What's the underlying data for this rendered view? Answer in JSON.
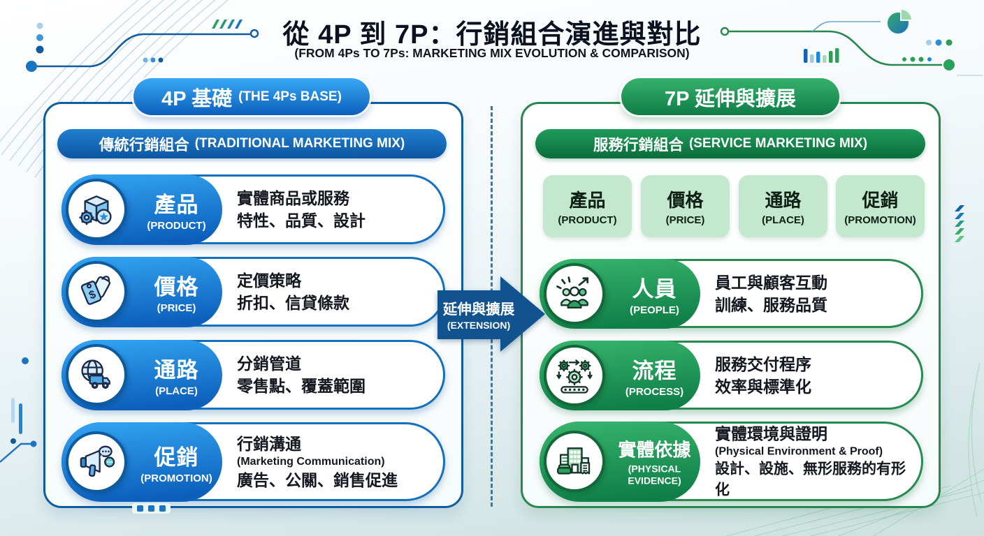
{
  "title": {
    "zh": "從 4P 到 7P：行銷組合演進與對比",
    "en": "(FROM 4Ps TO 7Ps: MARKETING MIX EVOLUTION & COMPARISON)"
  },
  "left_panel": {
    "header_zh": "4P 基礎",
    "header_en": "(THE 4Ps BASE)",
    "section_zh": "傳統行銷組合",
    "section_en": "(TRADITIONAL MARKETING MIX)",
    "rows": [
      {
        "icon": "package-icon",
        "term_zh": "產品",
        "term_en": "(PRODUCT)",
        "desc_lines": [
          "實體商品或服務",
          "特性、品質、設計"
        ]
      },
      {
        "icon": "price-tag-icon",
        "term_zh": "價格",
        "term_en": "(PRICE)",
        "desc_lines": [
          "定價策略",
          "折扣、信貸條款"
        ]
      },
      {
        "icon": "globe-truck-icon",
        "term_zh": "通路",
        "term_en": "(PLACE)",
        "desc_lines": [
          "分銷管道",
          "零售點、覆蓋範圍"
        ]
      },
      {
        "icon": "megaphone-icon",
        "term_zh": "促銷",
        "term_en": "(PROMOTION)",
        "desc_lines": [
          "行銷溝通",
          "(Marketing Communication)",
          "廣告、公關、銷售促進"
        ]
      }
    ]
  },
  "arrow": {
    "label_zh": "延伸與擴展",
    "label_en": "(EXTENSION)"
  },
  "right_panel": {
    "header_zh": "7P 延伸與擴展",
    "section_zh": "服務行銷組合",
    "section_en": "(SERVICE MARKETING MIX)",
    "base_items": [
      {
        "zh": "產品",
        "en": "(PRODUCT)"
      },
      {
        "zh": "價格",
        "en": "(PRICE)"
      },
      {
        "zh": "通路",
        "en": "(PLACE)"
      },
      {
        "zh": "促銷",
        "en": "(PROMOTION)"
      }
    ],
    "rows": [
      {
        "icon": "people-growth-icon",
        "term_zh": "人員",
        "term_en": "(PEOPLE)",
        "desc_lines": [
          "員工與顧客互動",
          "訓練、服務品質"
        ]
      },
      {
        "icon": "process-gears-icon",
        "term_zh": "流程",
        "term_en": "(PROCESS)",
        "desc_lines": [
          "服務交付程序",
          "效率與標準化"
        ]
      },
      {
        "icon": "building-evidence-icon",
        "term_zh": "實體依據",
        "term_en": "(PHYSICAL EVIDENCE)",
        "desc_lines": [
          "實體環境與證明",
          "(Physical Environment & Proof)",
          "設計、設施、無形服務的有形化"
        ]
      }
    ]
  },
  "palette": {
    "blue_primary": "#1e88e5",
    "blue_dark": "#0f5d9e",
    "blue_accent_gradient_top": "#33a5f3",
    "blue_accent_gradient_bottom": "#0c5fbb",
    "green_primary": "#2aa15f",
    "green_dark": "#0e7340",
    "green_accent_gradient_top": "#37b56d",
    "green_accent_gradient_bottom": "#0f7f47",
    "light_green_box": "#c3e8cd",
    "arrow_blue": "#10538f",
    "text_dark": "#14171f",
    "background_bottom": "#cde2df"
  }
}
